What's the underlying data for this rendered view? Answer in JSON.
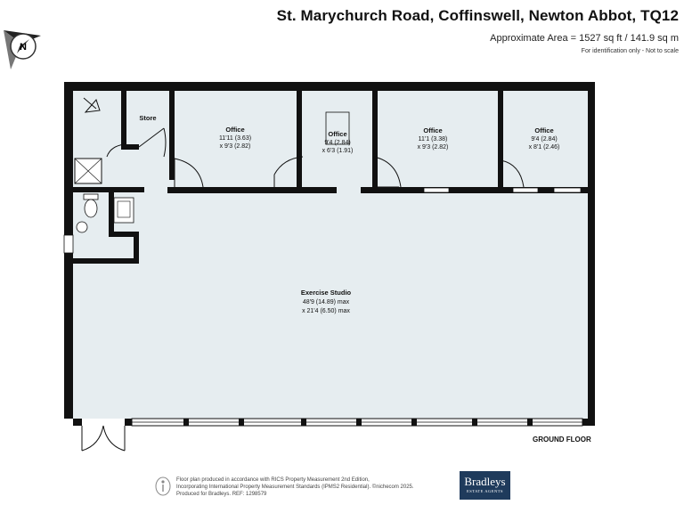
{
  "header": {
    "title": "St. Marychurch Road, Coffinswell, Newton Abbot, TQ12",
    "area": "Approximate Area = 1527 sq ft / 141.9 sq m",
    "note": "For identification only - Not to scale"
  },
  "compass": {
    "letter": "N"
  },
  "rooms": {
    "store": {
      "name": "Store"
    },
    "office1": {
      "name": "Office",
      "dim1": "11'11 (3.63)",
      "dim2": "x 9'3 (2.82)"
    },
    "office2": {
      "name": "Office",
      "dim1": "9'4 (2.84)",
      "dim2": "x 6'3 (1.91)"
    },
    "office3": {
      "name": "Office",
      "dim1": "11'1 (3.38)",
      "dim2": "x 9'3 (2.82)"
    },
    "office4": {
      "name": "Office",
      "dim1": "9'4 (2.84)",
      "dim2": "x 8'1 (2.46)"
    },
    "studio": {
      "name": "Exercise Studio",
      "dim1": "48'9 (14.89) max",
      "dim2": "x 21'4 (6.50) max"
    }
  },
  "floor_label": "GROUND FLOOR",
  "footer": {
    "line1": "Floor plan produced in accordance with RICS Property Measurement 2nd Edition,",
    "line2": "Incorporating International Property Measurement Standards (IPMS2 Residential). ©nichecom 2025.",
    "line3": "Produced for Bradleys.   REF: 1298579"
  },
  "logo": {
    "name": "Bradleys",
    "tagline": "ESTATE AGENTS"
  },
  "colors": {
    "floor_fill": "#e6edf0",
    "wall": "#111111",
    "logo_bg": "#1f3b5c"
  }
}
